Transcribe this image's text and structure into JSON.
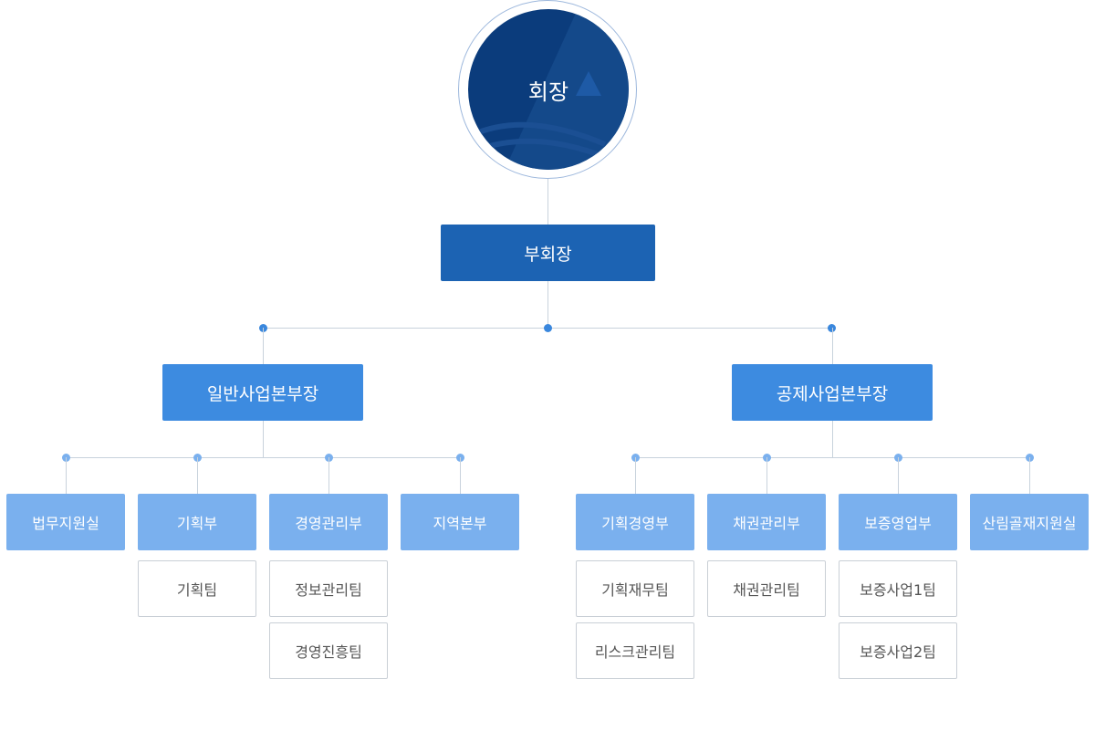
{
  "chairman": {
    "label": "회장",
    "icon": "mountain-wave-emblem"
  },
  "vice_chairman": {
    "label": "부회장"
  },
  "divisions": [
    {
      "label": "일반사업본부장",
      "departments": [
        {
          "label": "법무지원실",
          "teams": []
        },
        {
          "label": "기획부",
          "teams": [
            "기획팀"
          ]
        },
        {
          "label": "경영관리부",
          "teams": [
            "정보관리팀",
            "경영진흥팀"
          ]
        },
        {
          "label": "지역본부",
          "teams": []
        }
      ]
    },
    {
      "label": "공제사업본부장",
      "departments": [
        {
          "label": "기획경영부",
          "teams": [
            "기획재무팀",
            "리스크관리팀"
          ]
        },
        {
          "label": "채권관리부",
          "teams": [
            "채권관리팀"
          ]
        },
        {
          "label": "보증영업부",
          "teams": [
            "보증사업1팀",
            "보증사업2팀"
          ]
        },
        {
          "label": "산림골재지원실",
          "teams": []
        }
      ]
    }
  ],
  "colors": {
    "chairman": "#0b3c7c",
    "vice_chairman": "#1c63b3",
    "division": "#3d8be0",
    "department": "#7ab0ee",
    "connector": "#c8d2dc"
  }
}
